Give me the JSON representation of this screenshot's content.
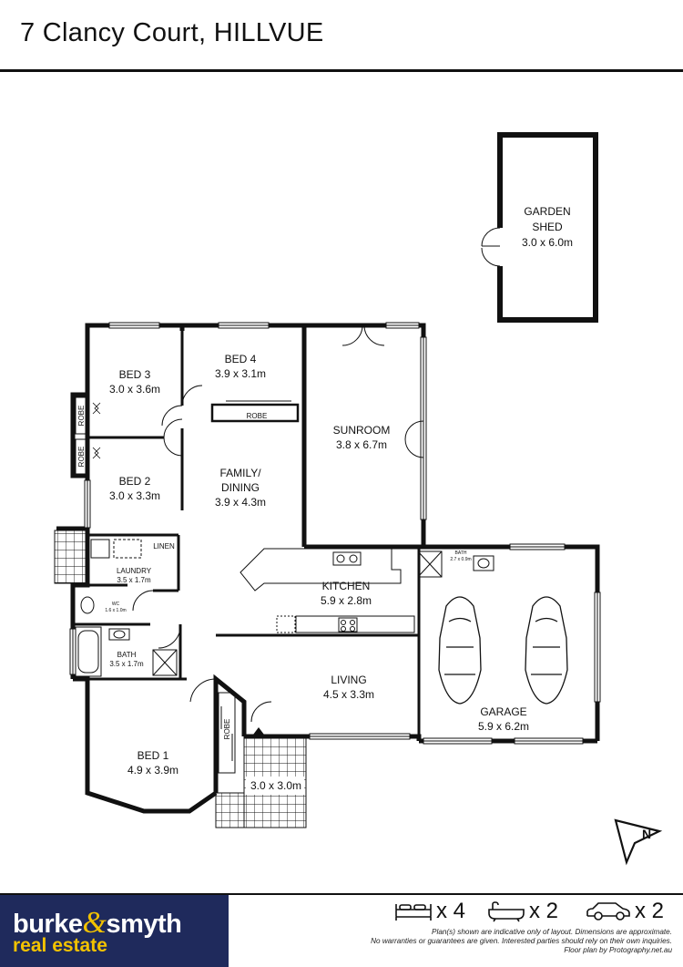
{
  "header": {
    "title": "7 Clancy Court, HILLVUE"
  },
  "rooms": {
    "garden_shed": {
      "name_line1": "GARDEN",
      "name_line2": "SHED",
      "size": "3.0 x 6.0m"
    },
    "bed3": {
      "name": "BED 3",
      "size": "3.0 x 3.6m"
    },
    "bed4": {
      "name": "BED 4",
      "size": "3.9 x 3.1m"
    },
    "sunroom": {
      "name": "SUNROOM",
      "size": "3.8 x 6.7m"
    },
    "bed2": {
      "name": "BED 2",
      "size": "3.0 x 3.3m"
    },
    "family": {
      "name_line1": "FAMILY/",
      "name_line2": "DINING",
      "size": "3.9 x 4.3m"
    },
    "linen": {
      "name": "LINEN"
    },
    "laundry": {
      "name": "LAUNDRY",
      "size": "3.5 x 1.7m"
    },
    "kitchen": {
      "name": "KITCHEN",
      "size": "5.9 x 2.8m"
    },
    "wc": {
      "name": "WC",
      "size": "1.6 x 1.0m"
    },
    "bath_main": {
      "name": "BATH",
      "size": "3.5 x 1.7m"
    },
    "bath_ensuite": {
      "name": "BATH",
      "size": "2.7 x 0.9m"
    },
    "living": {
      "name": "LIVING",
      "size": "4.5 x 3.3m"
    },
    "garage": {
      "name": "GARAGE",
      "size": "5.9 x 6.2m"
    },
    "bed1": {
      "name": "BED 1",
      "size": "4.9 x 3.9m"
    },
    "porch": {
      "size": "3.0 x 3.0m"
    },
    "robe_bed4": {
      "name": "ROBE"
    },
    "robe_bed3": {
      "name": "ROBE"
    },
    "robe_bed2": {
      "name": "ROBE"
    },
    "robe_bed1": {
      "name": "ROBE"
    }
  },
  "compass": {
    "label": "N"
  },
  "footer": {
    "logo_word1": "burke",
    "logo_amp": "&",
    "logo_word2": "smyth",
    "logo_sub": "real estate",
    "beds": "x 4",
    "baths": "x 2",
    "cars": "x 2",
    "disclaimer_line1": "Plan(s) shown are indicative only of layout. Dimensions are approximate.",
    "disclaimer_line2": "No warranties or guarantees are given. Interested parties should rely on their own inquiries.",
    "disclaimer_line3": "Floor plan by Protography.net.au"
  },
  "icons": [
    "bed-icon",
    "bath-icon",
    "car-icon",
    "compass-north-icon"
  ],
  "colors": {
    "wall": "#111111",
    "logo_bg": "#1f2a5c",
    "logo_accent": "#f2c200"
  }
}
